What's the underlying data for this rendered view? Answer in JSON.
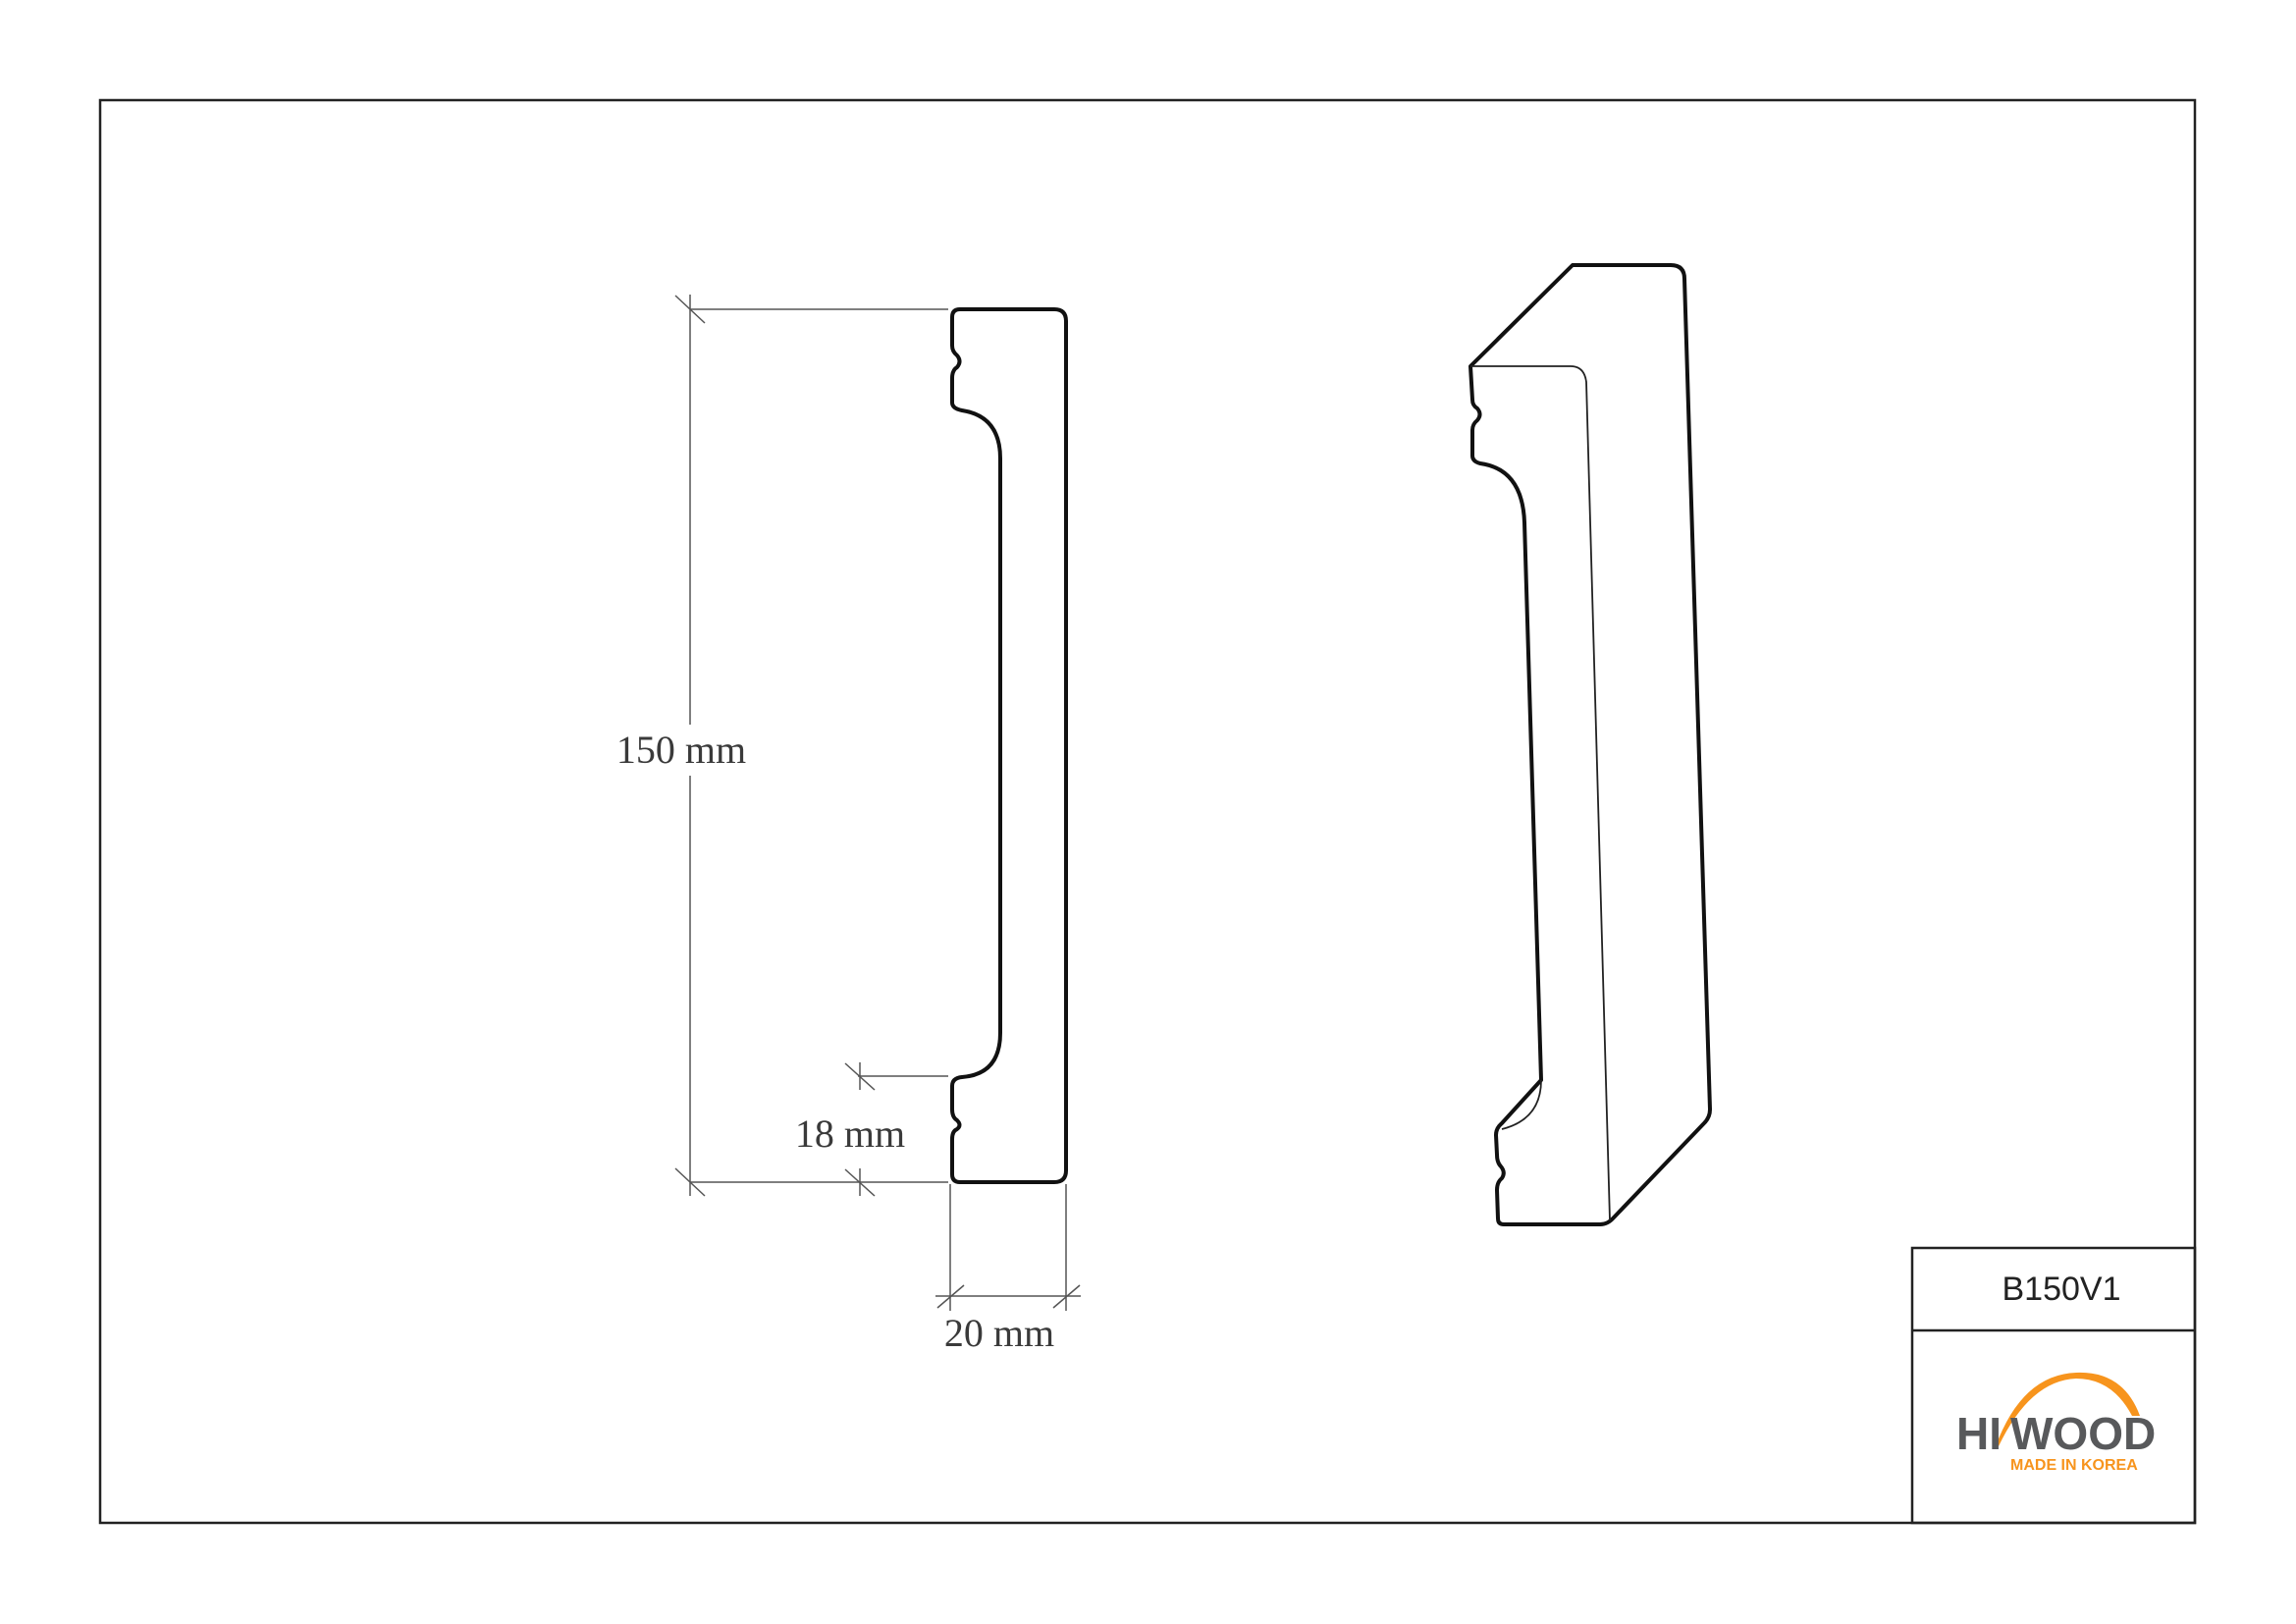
{
  "drawing": {
    "dimensions": {
      "height": "150 mm",
      "lip": "18 mm",
      "thickness": "20 mm"
    },
    "title_block": {
      "product_code": "B150V1",
      "logo": {
        "brand_left": "HI",
        "brand_right": "WOOD",
        "tagline": "MADE IN KOREA",
        "colors": {
          "text": "#58595b",
          "accent": "#f7941d"
        }
      }
    }
  }
}
